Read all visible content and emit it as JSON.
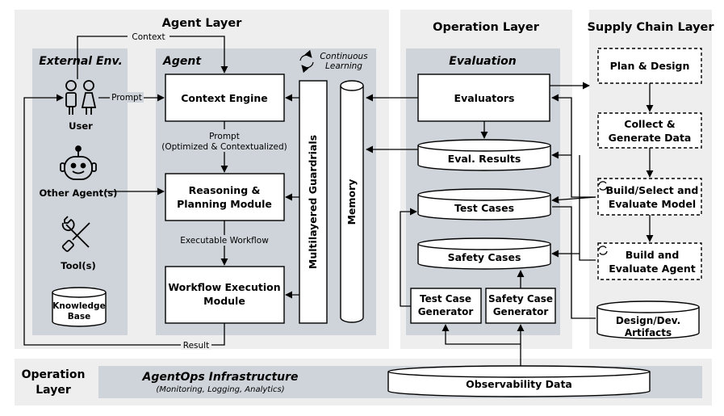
{
  "agent_layer": {
    "title": "Agent Layer",
    "external_env": {
      "title": "External Env.",
      "user": "User",
      "other_agents": "Other Agent(s)",
      "tools": "Tool(s)",
      "kb_line1": "Knowledge",
      "kb_line2": "Base"
    },
    "agent": {
      "title": "Agent",
      "continuous_line1": "Continuous",
      "continuous_line2": "Learning",
      "context_engine": "Context Engine",
      "reasoning_line1": "Reasoning &",
      "reasoning_line2": "Planning Module",
      "workflow_line1": "Workflow Execution",
      "workflow_line2": "Module",
      "guardrails": "Multilayered Guardrials",
      "memory": "Memory"
    },
    "labels": {
      "context": "Context",
      "prompt": "Prompt",
      "prompt_opt_line1": "Prompt",
      "prompt_opt_line2": "(Optimized & Contextualized)",
      "executable_workflow": "Executable Workflow",
      "result": "Result"
    }
  },
  "operation_layer": {
    "title": "Operation Layer",
    "evaluation": {
      "title": "Evaluation",
      "evaluators": "Evaluators",
      "eval_results": "Eval. Results",
      "test_cases": "Test Cases",
      "safety_cases": "Safety Cases",
      "tcg_line1": "Test Case",
      "tcg_line2": "Generator",
      "scg_line1": "Safety Case",
      "scg_line2": "Generator"
    }
  },
  "supply_chain_layer": {
    "title": "Supply Chain Layer",
    "plan_design": "Plan & Design",
    "collect_line1": "Collect &",
    "collect_line2": "Generate Data",
    "build_select_line1": "Build/Select and",
    "build_select_line2": "Evaluate Model",
    "build_agent_line1": "Build and",
    "build_agent_line2": "Evaluate Agent",
    "design_line1": "Design/Dev.",
    "design_line2": "Artifacts"
  },
  "bottom": {
    "operation_line1": "Operation",
    "operation_line2": "Layer",
    "infra_title": "AgentOps Infrastructure",
    "infra_subtitle": "(Monitoring, Logging, Analytics)",
    "observability": "Observability Data"
  }
}
